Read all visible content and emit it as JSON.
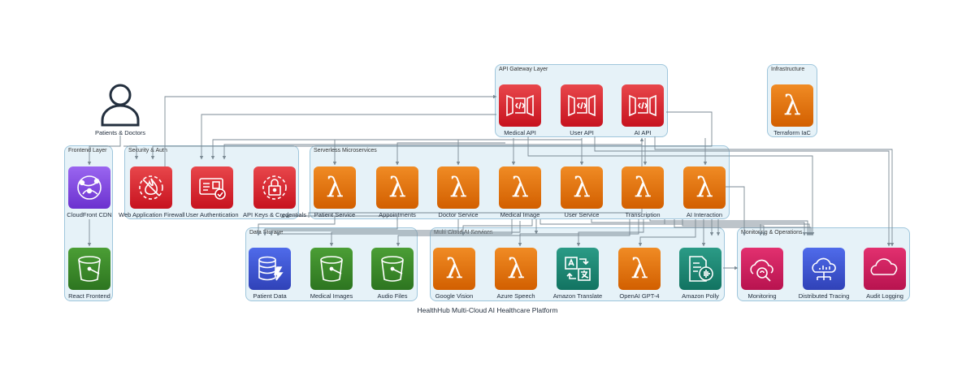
{
  "diagram": {
    "title": "HealthHub Multi-Cloud AI Healthcare Platform",
    "actor": {
      "label": "Patients & Doctors"
    },
    "clusters": {
      "api_gateway": "API Gateway Layer",
      "infrastructure": "Infrastructure",
      "frontend": "Frontend Layer",
      "security": "Security & Auth",
      "microservices": "Serverless Microservices",
      "storage": "Data Storage",
      "ai": "Multi-Cloud AI Services",
      "monitoring": "Monitoring & Operations"
    },
    "nodes": {
      "medical_api": "Medical API",
      "user_api": "User API",
      "ai_api": "AI API",
      "terraform": "Terraform IaC",
      "cloudfront": "CloudFront CDN",
      "react": "React Frontend",
      "waf": "Web Application Firewall",
      "user_auth": "User Authentication",
      "api_keys": "API Keys & Credentials",
      "patient_service": "Patient Service",
      "appointments": "Appointments",
      "doctor_service": "Doctor Service",
      "medical_image": "Medical Image",
      "user_service": "User Service",
      "transcription": "Transcription",
      "ai_interaction": "AI Interaction",
      "patient_data": "Patient Data",
      "medical_images": "Medical Images",
      "audio_files": "Audio Files",
      "google_vision": "Google Vision",
      "azure_speech": "Azure Speech",
      "amazon_translate": "Amazon Translate",
      "openai": "OpenAI GPT-4",
      "amazon_polly": "Amazon Polly",
      "monitoring": "Monitoring",
      "tracing": "Distributed Tracing",
      "audit": "Audit Logging"
    },
    "colors": {
      "edge": "#7b8a94",
      "cluster_fill": "#e6f2f8",
      "cluster_border": "#9fc6dc",
      "api": "#d13212",
      "compute": "#ed7100",
      "storage": "#3f8624",
      "database": "#3b48cc",
      "ml": "#01a88d",
      "ops": "#e7157b",
      "cdn": "#8c4fff"
    }
  }
}
